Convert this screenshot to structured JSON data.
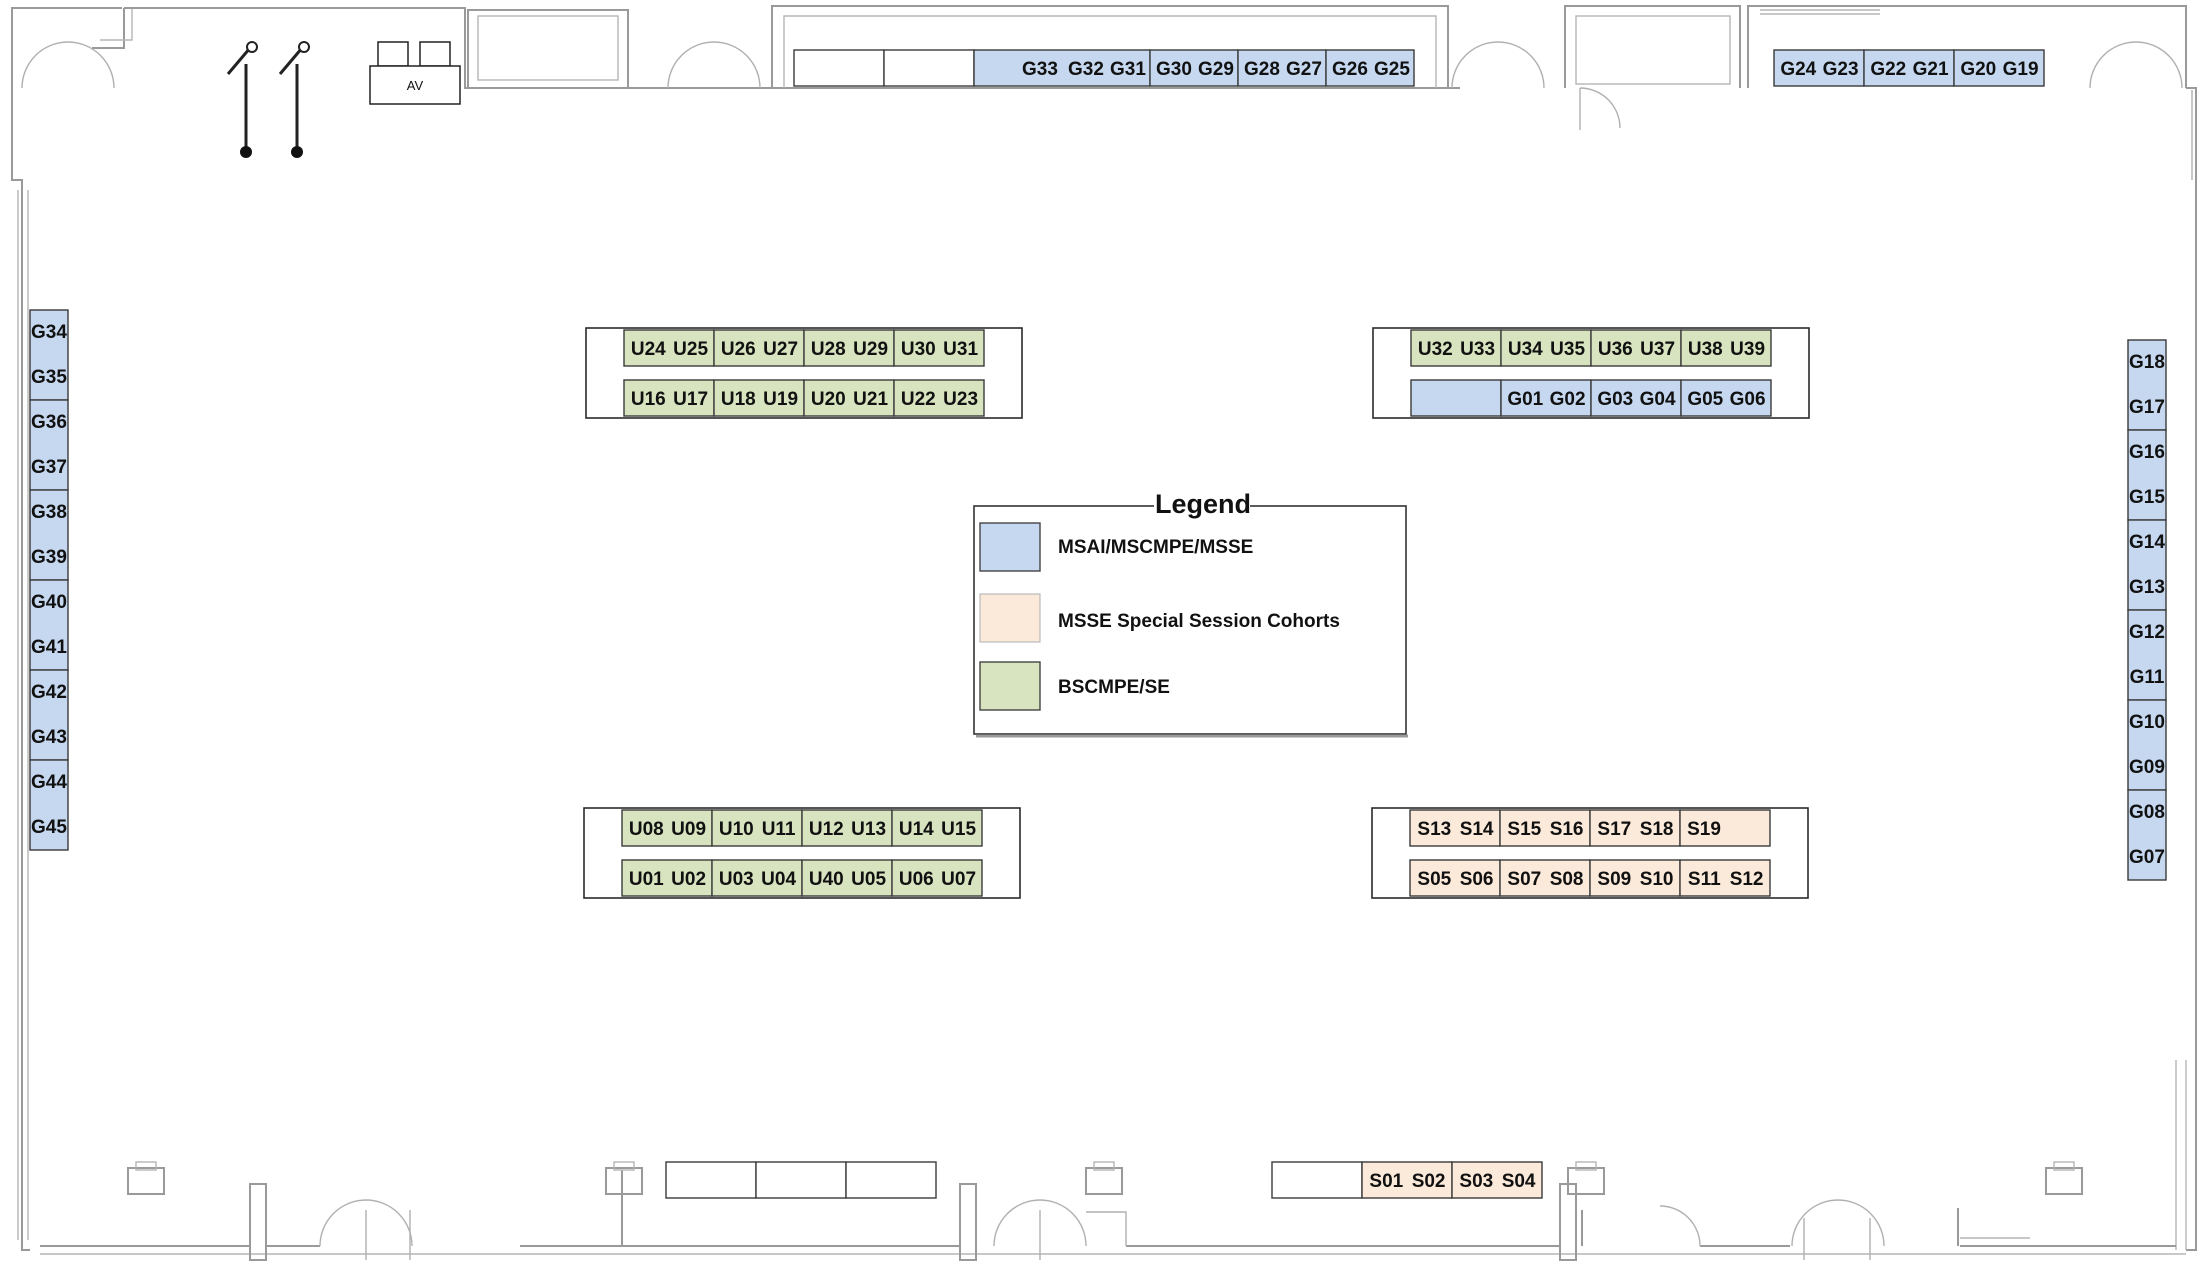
{
  "colors": {
    "MSAI/MSCMPE/MSSE": "#c6d8f0",
    "MSSE Special Session Cohorts": "#fbe9da",
    "BSCMPE/SE": "#d7e4bf"
  },
  "legend": {
    "title": "Legend",
    "entries": [
      {
        "label": "MSAI/MSCMPE/MSSE",
        "group": "MSAI/MSCMPE/MSSE"
      },
      {
        "label": "MSSE Special Session Cohorts",
        "group": "MSSE Special Session Cohorts"
      },
      {
        "label": "BSCMPE/SE",
        "group": "BSCMPE/SE"
      }
    ]
  },
  "av_label": "AV",
  "icons": [
    "microphone-stand-icon",
    "microphone-stand-icon",
    "av-equipment-icon"
  ],
  "top_row_left": {
    "group": "MSAI/MSCMPE/MSSE",
    "blank_cells": 2,
    "cells": [
      [
        "G33",
        "G32",
        "G31"
      ],
      [
        "G30",
        "G29"
      ],
      [
        "G28",
        "G27"
      ],
      [
        "G26",
        "G25"
      ]
    ]
  },
  "top_row_right": {
    "group": "MSAI/MSCMPE/MSSE",
    "cells": [
      [
        "G24",
        "G23"
      ],
      [
        "G22",
        "G21"
      ],
      [
        "G20",
        "G19"
      ]
    ]
  },
  "left_column": {
    "group": "MSAI/MSCMPE/MSSE",
    "cells": [
      [
        "G34",
        "G35"
      ],
      [
        "G36",
        "G37"
      ],
      [
        "G38",
        "G39"
      ],
      [
        "G40",
        "G41"
      ],
      [
        "G42",
        "G43"
      ],
      [
        "G44",
        "G45"
      ]
    ]
  },
  "right_column": {
    "group": "MSAI/MSCMPE/MSSE",
    "cells": [
      [
        "G18",
        "G17"
      ],
      [
        "G16",
        "G15"
      ],
      [
        "G14",
        "G13"
      ],
      [
        "G12",
        "G11"
      ],
      [
        "G10",
        "G09"
      ],
      [
        "G08",
        "G07"
      ]
    ]
  },
  "island_top_left": {
    "rows": [
      {
        "group": "BSCMPE/SE",
        "cells": [
          [
            "U24",
            "U25"
          ],
          [
            "U26",
            "U27"
          ],
          [
            "U28",
            "U29"
          ],
          [
            "U30",
            "U31"
          ]
        ]
      },
      {
        "group": "BSCMPE/SE",
        "cells": [
          [
            "U16",
            "U17"
          ],
          [
            "U18",
            "U19"
          ],
          [
            "U20",
            "U21"
          ],
          [
            "U22",
            "U23"
          ]
        ]
      }
    ]
  },
  "island_top_right": {
    "rows": [
      {
        "group": "BSCMPE/SE",
        "cells": [
          [
            "U32",
            "U33"
          ],
          [
            "U34",
            "U35"
          ],
          [
            "U36",
            "U37"
          ],
          [
            "U38",
            "U39"
          ]
        ]
      },
      {
        "group": "MSAI/MSCMPE/MSSE",
        "cells": [
          [],
          [
            "G01",
            "G02"
          ],
          [
            "G03",
            "G04"
          ],
          [
            "G05",
            "G06"
          ]
        ]
      }
    ]
  },
  "island_bottom_left": {
    "rows": [
      {
        "group": "BSCMPE/SE",
        "cells": [
          [
            "U08",
            "U09"
          ],
          [
            "U10",
            "U11"
          ],
          [
            "U12",
            "U13"
          ],
          [
            "U14",
            "U15"
          ]
        ]
      },
      {
        "group": "BSCMPE/SE",
        "cells": [
          [
            "U01",
            "U02"
          ],
          [
            "U03",
            "U04"
          ],
          [
            "U40",
            "U05"
          ],
          [
            "U06",
            "U07"
          ]
        ]
      }
    ]
  },
  "island_bottom_right": {
    "rows": [
      {
        "group": "MSSE Special Session Cohorts",
        "cells": [
          [
            "S13",
            "S14"
          ],
          [
            "S15",
            "S16"
          ],
          [
            "S17",
            "S18"
          ],
          [
            "S19"
          ]
        ]
      },
      {
        "group": "MSSE Special Session Cohorts",
        "cells": [
          [
            "S05",
            "S06"
          ],
          [
            "S07",
            "S08"
          ],
          [
            "S09",
            "S10"
          ],
          [
            "S11",
            "S12"
          ]
        ]
      }
    ]
  },
  "bottom_row_left": {
    "blank_cells": 3
  },
  "bottom_row_right": {
    "group": "MSSE Special Session Cohorts",
    "blank_cells": 1,
    "cells": [
      [
        "S01",
        "S02"
      ],
      [
        "S03",
        "S04"
      ]
    ]
  }
}
